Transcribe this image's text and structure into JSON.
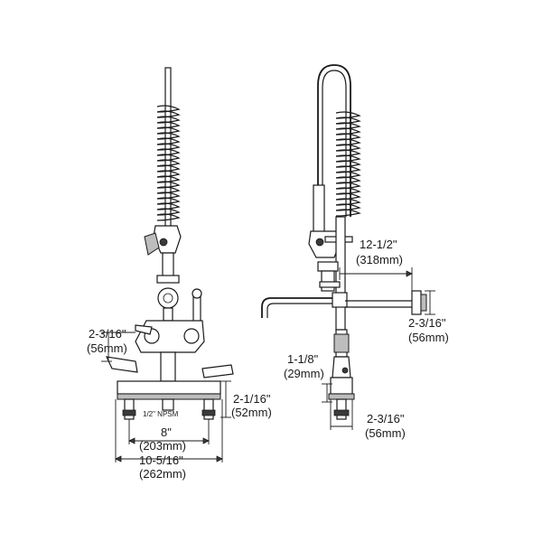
{
  "labels": {
    "left_height_in": "2-3/16\"",
    "left_height_mm": "(56mm)",
    "base_height_in": "2-1/16\"",
    "base_height_mm": "(52mm)",
    "npsm": "1/2\" NPSM",
    "center_in": "8\"",
    "center_mm": "(203mm)",
    "overall_in": "10-5/16\"",
    "overall_mm": "(262mm)",
    "reach_in": "12-1/2\"",
    "reach_mm": "(318mm)",
    "wall_in": "2-3/16\"",
    "wall_mm": "(56mm)",
    "shank_in": "1-1/8\"",
    "shank_mm": "(29mm)",
    "flange_in": "2-3/16\"",
    "flange_mm": "(56mm)"
  }
}
